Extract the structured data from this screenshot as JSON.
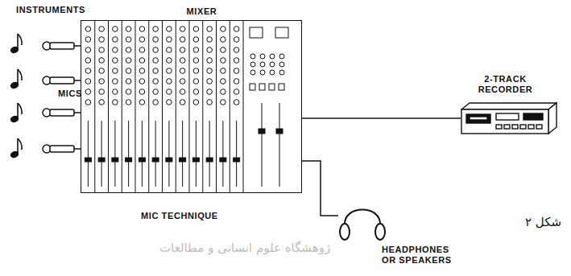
{
  "diagram": {
    "nodes": [
      {
        "text": [
          "MIXER"
        ]
      },
      {
        "text": [
          "2-TRACK RECORDER"
        ]
      },
      {
        "text": [
          "HEADPHONES OR SPEAKERS"
        ]
      }
    ],
    "edges": [
      {
        "from": 0,
        "to": 1,
        "arrow": "none"
      },
      {
        "from": 0,
        "to": 2,
        "arrow": "none"
      }
    ],
    "labels": [
      "INSTRUMENTS",
      "MICS",
      "MIC TECHNIQUE",
      "شکل ۲",
      "ژوهشگاه علوم انسانی و مطالعات"
    ]
  }
}
